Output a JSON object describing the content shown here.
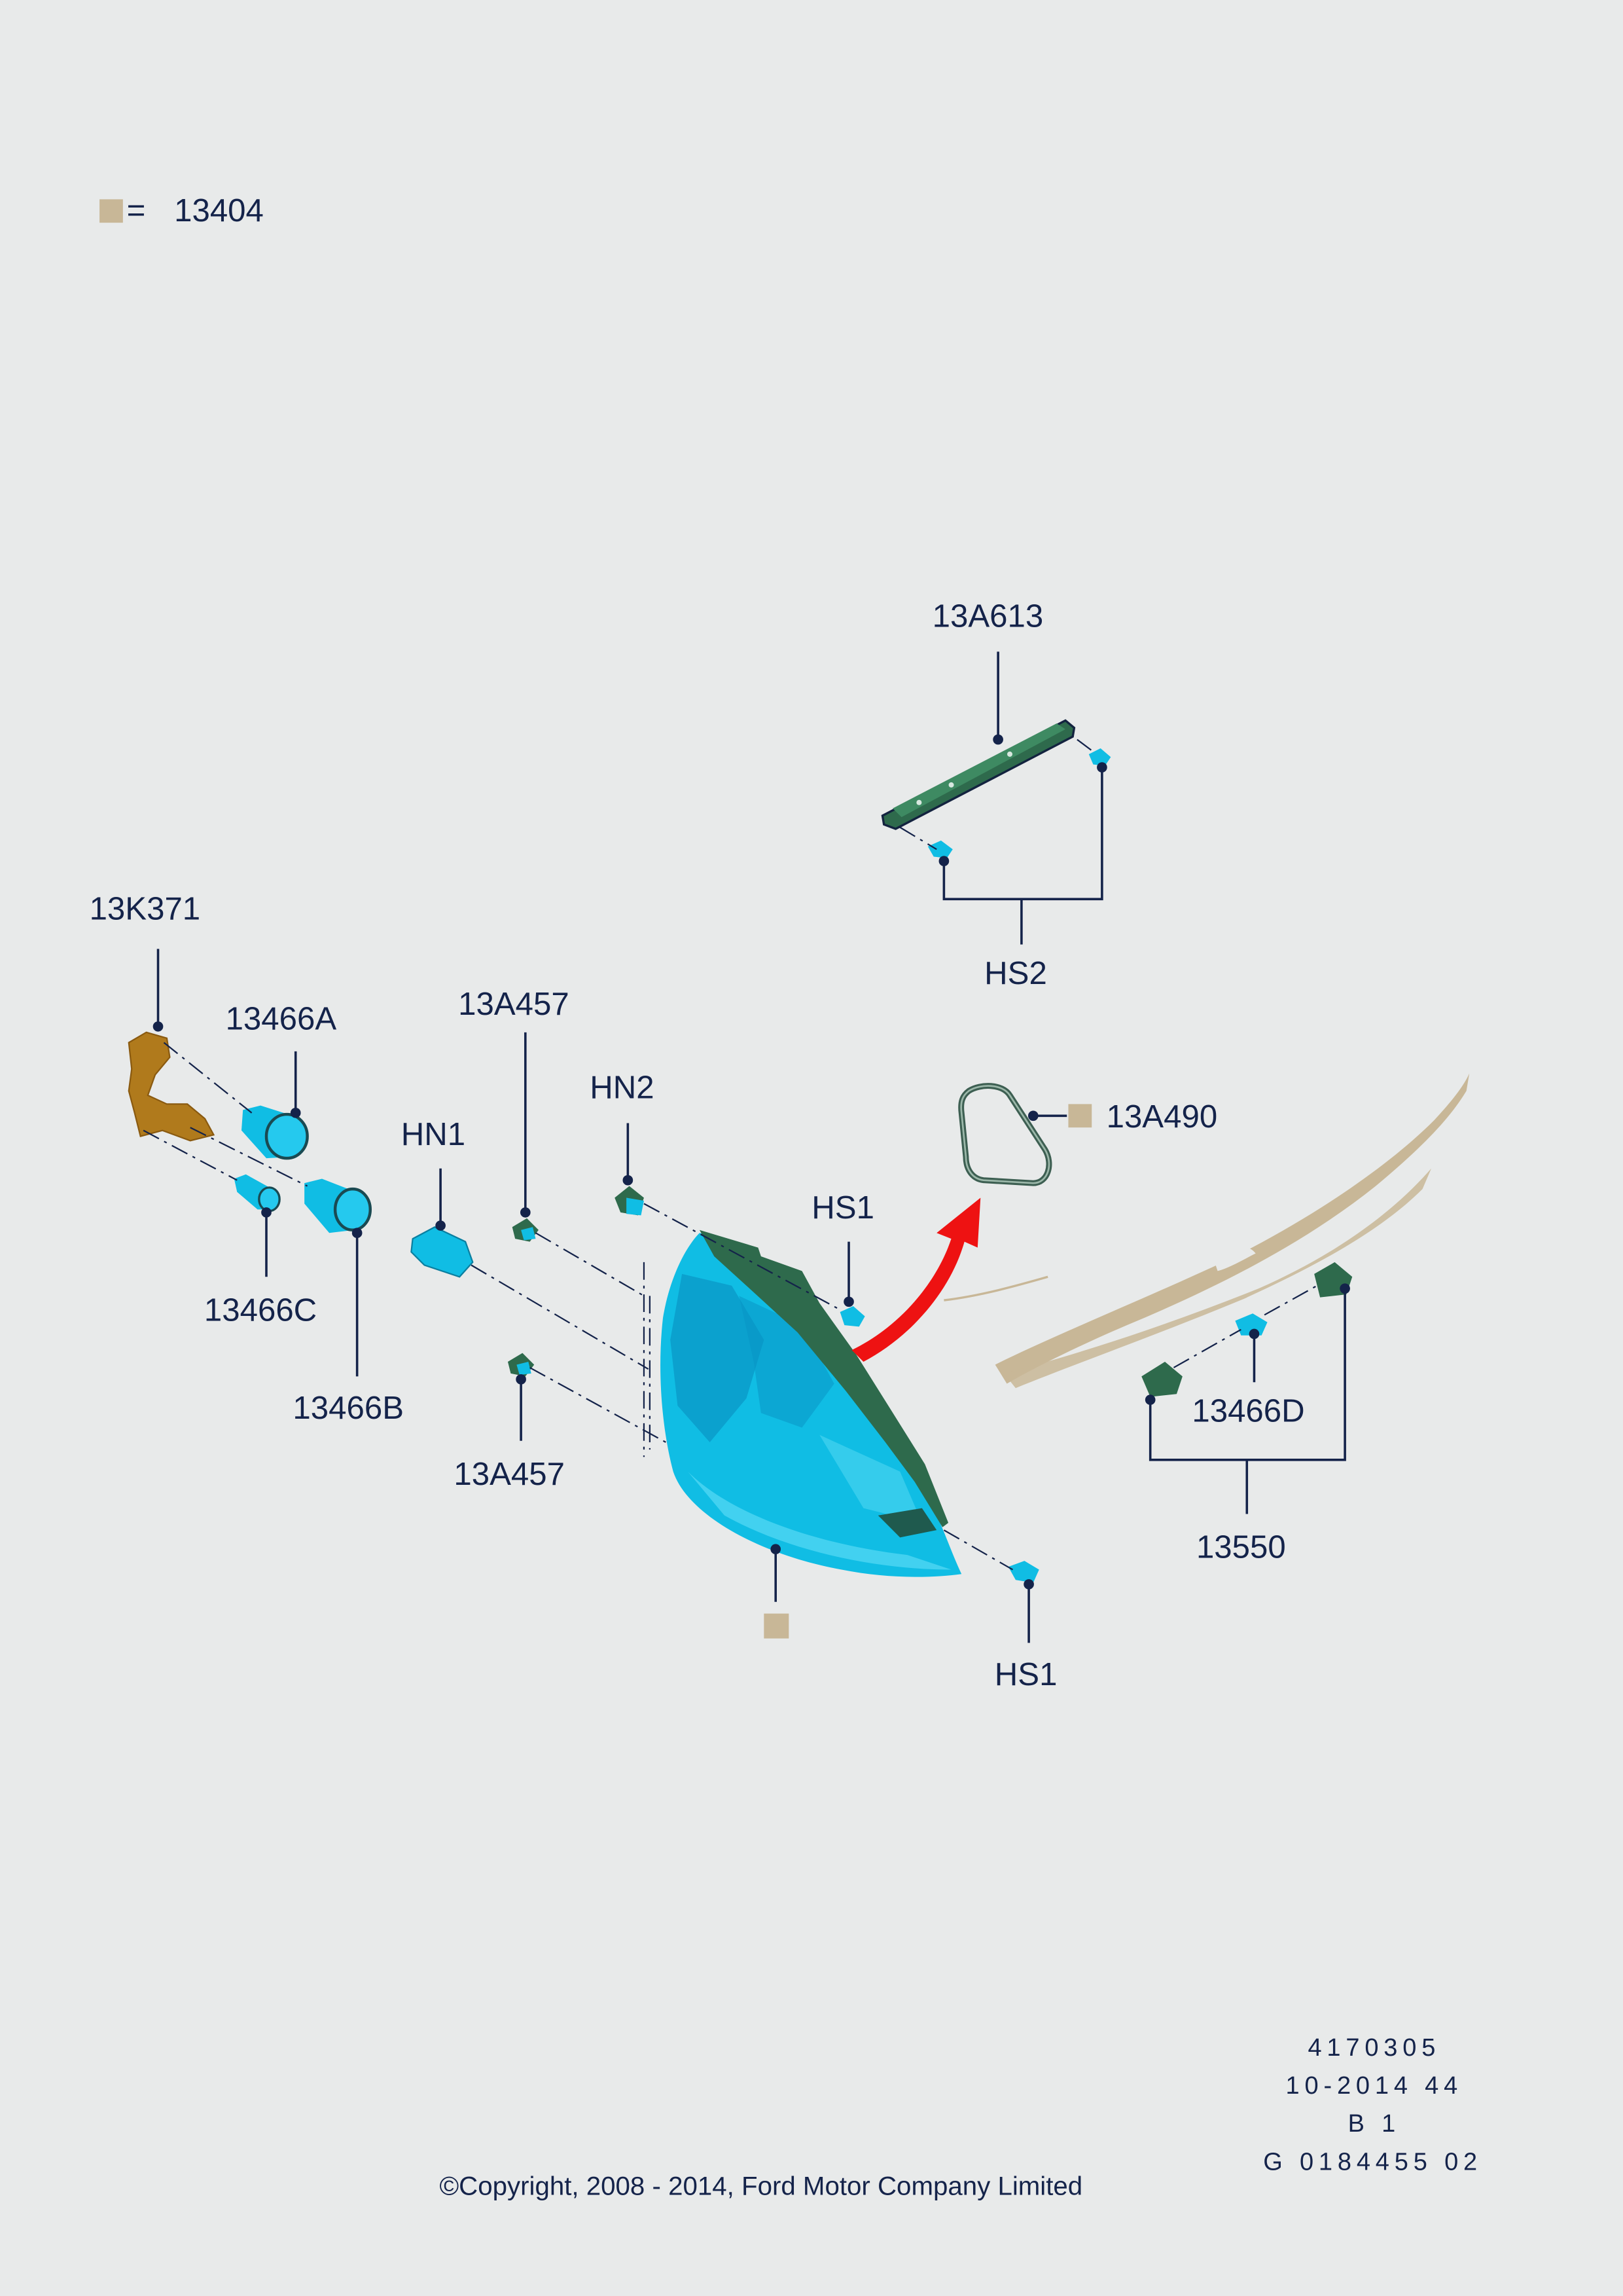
{
  "legend": {
    "symbol": "=",
    "part": "13404"
  },
  "labels": {
    "l13A613": "13A613",
    "hs2": "HS2",
    "l13K371": "13K371",
    "l13466A": "13466A",
    "l13A457_top": "13A457",
    "hn2": "HN2",
    "hn1": "HN1",
    "hs1_top": "HS1",
    "l13A490": "13A490",
    "l13466C": "13466C",
    "l13466B": "13466B",
    "l13A457_bottom": "13A457",
    "l13466D": "13466D",
    "l13550": "13550",
    "hs1_bottom": "HS1"
  },
  "footer": {
    "line1": "4170305",
    "line2": "10-2014 44",
    "line3": "B 1",
    "line4": "G 0184455 02"
  },
  "copyright": "©Copyright, 2008 - 2014, Ford Motor Company Limited",
  "colors": {
    "background": "#e8eaea",
    "ink": "#14234a",
    "lamp_cyan": "#10bde4",
    "dark_green": "#2e6a4c",
    "bracket_brown": "#b07a1c",
    "legend_beige": "#c8b797",
    "arrow_red": "#ee1212"
  }
}
